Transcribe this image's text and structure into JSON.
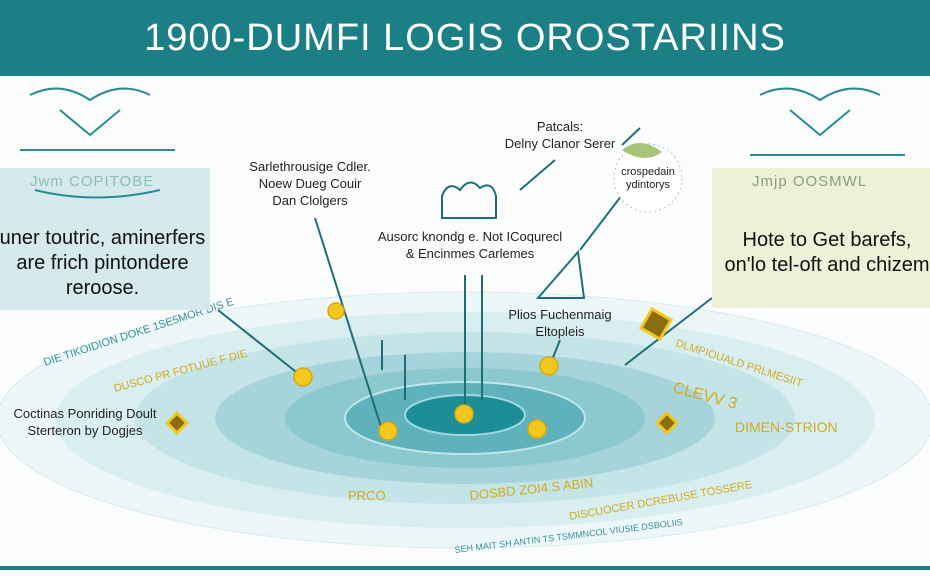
{
  "header": {
    "title": "1900-DUMFI LOGIS OROSTARIINS"
  },
  "left_panel": {
    "title": "Jwm COPITOBE",
    "body": [
      "uner toutric, aminerfers",
      "are frich pintondere",
      "reroose."
    ]
  },
  "right_panel": {
    "title": "Jmjp OOSMWL",
    "body": [
      "Hote to Get barefs,",
      "on'lo tel-oft and chizem"
    ]
  },
  "labels": {
    "top_center": [
      "Patcals:",
      "Delny Clanor Serer"
    ],
    "upper_left": [
      "Sarlethrousige Cdler.",
      "Noew Dueg Couir",
      "Dan Clolgers"
    ],
    "center": [
      "Ausorc knondg e. Not ICoqurecl",
      "& Encinmes Carlemes"
    ],
    "circle_badge": [
      "crospedain",
      "ydintorys"
    ],
    "mid_right": [
      "Plios Fuchenmaig",
      "Eltopleis"
    ],
    "left_side": [
      "Coctinas Ponriding Doult",
      "Sterteron by Dogjes"
    ]
  },
  "ring_text": {
    "outer_upper_left": "DIE TIKOIDION DOKE 1SE5MOR DIS E",
    "gold_upper_left": "DUSCO PR FOTUUE F DIE",
    "gold_upper_right": "DLMPIOUALD PRLMESIIT",
    "gold_right": "CLEVV 3",
    "dimension": "DIMEN-STRION",
    "gold_lower_left": "PRCO",
    "gold_lower_center": "DOSBD ZOI4 S ABIN",
    "gold_lower_right": "DISCUOCER DCREBUSE TOSSERE",
    "outer_lower": "SEH MAIT SH ANTIN TS TSMMNCOL VIUSIE DSBOLIIS"
  },
  "colors": {
    "teal": "#1d7f86",
    "gold": "#e8c424",
    "olive": "#8a6d10",
    "ring": "#bfe0e4"
  }
}
